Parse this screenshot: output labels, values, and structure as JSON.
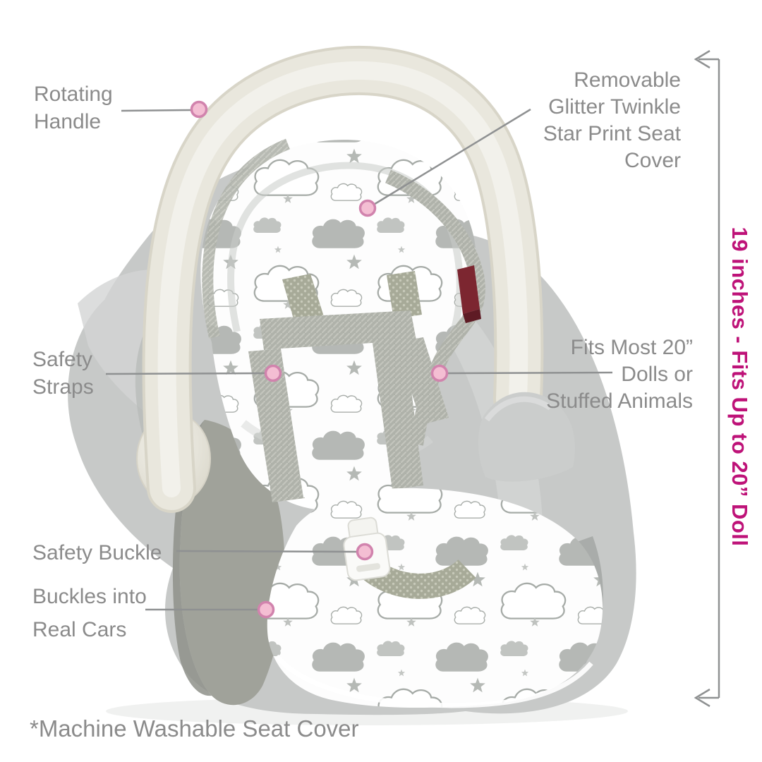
{
  "callouts": {
    "rotating_handle": {
      "lines": [
        "Rotating",
        "Handle"
      ]
    },
    "removable_cover": {
      "lines": [
        "Removable",
        "Glitter Twinkle",
        "Star Print Seat",
        "Cover"
      ]
    },
    "fits_most": {
      "lines": [
        "Fits Most 20”",
        "Dolls or",
        "Stuffed Animals"
      ]
    },
    "safety_straps": {
      "lines": [
        "Safety",
        "Straps"
      ]
    },
    "safety_buckle": {
      "lines": [
        "Safety Buckle"
      ]
    },
    "buckles_into_cars": {
      "lines": [
        "Buckles into",
        "Real Cars"
      ]
    }
  },
  "side_measure": {
    "text": "19 inches - Fits Up to 20” Doll"
  },
  "footnote": {
    "text": "*Machine Washable Seat Cover"
  },
  "colors": {
    "label_text": "#8b8b8b",
    "callout_line": "#8f9192",
    "callout_dot_fill": "#f4bed3",
    "callout_dot_ring": "#d183ad",
    "measure_text_pink": "#be1278",
    "handle_cream": "#e9e7dd",
    "shell_gray": "#c7c9c8",
    "print_cloud_gray": "#adb1ad",
    "webbing_olive": "#a7aa98",
    "base_gray_green": "#a0a29a",
    "tag_maroon": "#7c2630"
  }
}
